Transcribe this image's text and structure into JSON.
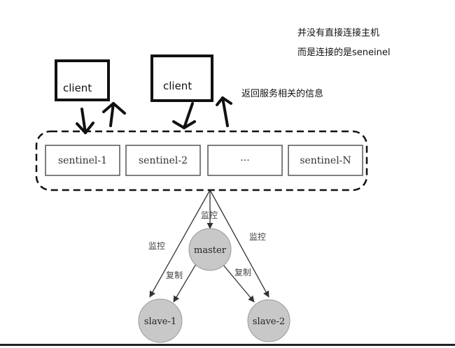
{
  "notes": {
    "line1": "并没有直接连接主机",
    "line2": "而是连接的是seneinel",
    "info": "返回服务相关的信息"
  },
  "clients": [
    {
      "label": "client"
    },
    {
      "label": "client"
    }
  ],
  "sentinels": [
    {
      "label": "sentinel-1"
    },
    {
      "label": "sentinel-2"
    },
    {
      "label": "···"
    },
    {
      "label": "sentinel-N"
    }
  ],
  "nodes": {
    "master": "master",
    "slave1": "slave-1",
    "slave2": "slave-2"
  },
  "edge_labels": {
    "monitor_left": "监控",
    "monitor_center": "监控",
    "monitor_right": "监控",
    "replicate_left": "复制",
    "replicate_right": "复制"
  },
  "colors": {
    "node_fill": "#c8c8c8",
    "stroke": "#111111"
  }
}
